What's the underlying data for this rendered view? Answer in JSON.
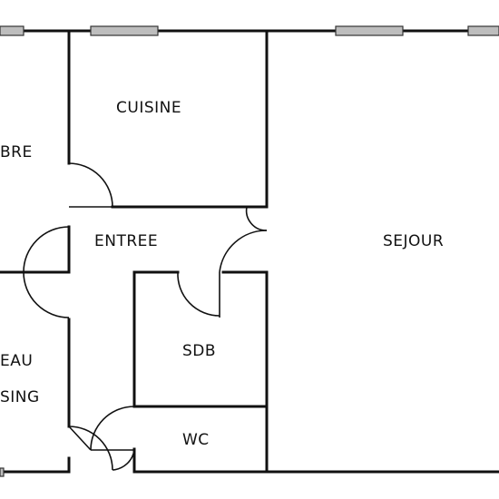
{
  "plan": {
    "rooms": {
      "chambre": "BRE",
      "cuisine": "CUISINE",
      "entree": "ENTREE",
      "sejour": "SEJOUR",
      "eau_line1": "EAU",
      "eau_line2": "SING",
      "sdb": "SDB",
      "wc": "WC"
    },
    "colors": {
      "wall": "#111111",
      "window_fill": "#bdbdbd",
      "background": "#ffffff"
    }
  }
}
